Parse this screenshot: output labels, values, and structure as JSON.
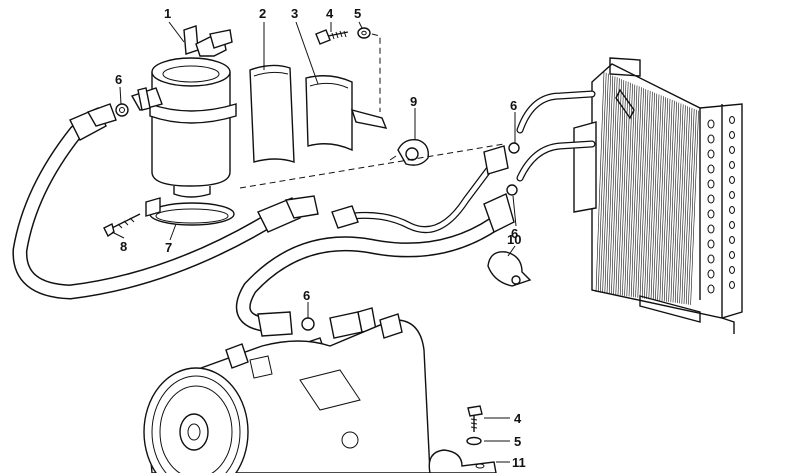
{
  "callouts": [
    {
      "id": "c1",
      "label": "1"
    },
    {
      "id": "c2",
      "label": "2"
    },
    {
      "id": "c3",
      "label": "3"
    },
    {
      "id": "c4a",
      "label": "4"
    },
    {
      "id": "c5a",
      "label": "5"
    },
    {
      "id": "c6a",
      "label": "6"
    },
    {
      "id": "c6b",
      "label": "6"
    },
    {
      "id": "c6c",
      "label": "6"
    },
    {
      "id": "c6d",
      "label": "6"
    },
    {
      "id": "c7",
      "label": "7"
    },
    {
      "id": "c8",
      "label": "8"
    },
    {
      "id": "c9",
      "label": "9"
    },
    {
      "id": "c10",
      "label": "10"
    },
    {
      "id": "c4b",
      "label": "4"
    },
    {
      "id": "c5b",
      "label": "5"
    },
    {
      "id": "c11",
      "label": "11"
    }
  ],
  "colors": {
    "ink": "#111111",
    "paper": "#ffffff"
  }
}
